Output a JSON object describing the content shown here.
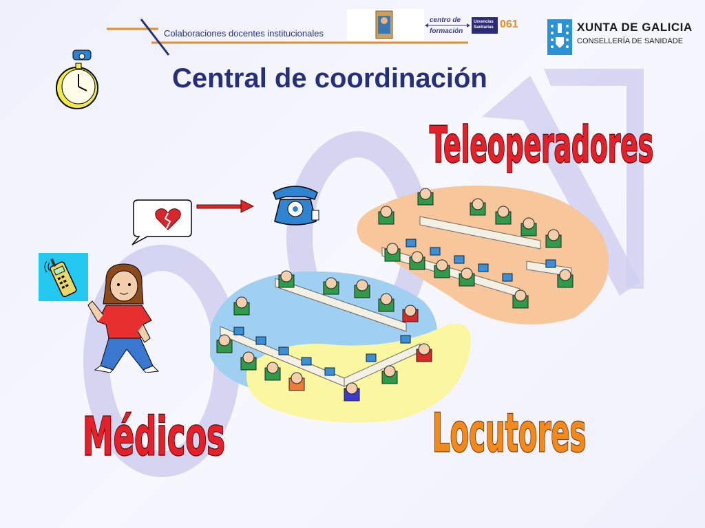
{
  "header": {
    "collab_text": "Colaboraciones docentes institucionales",
    "title": "Central de coordinación"
  },
  "logos": {
    "centro_line1": "centro de",
    "centro_line2": "formación",
    "urxencias_line1": "Urxencias",
    "urxencias_line2": "Sanitarias",
    "badge_061": "061",
    "xunta_title": "XUNTA DE GALICIA",
    "xunta_sub": "CONSELLERÍA DE SANIDADE"
  },
  "labels": {
    "teleoperadores": "Teleoperadores",
    "medicos": "Médicos",
    "locutores": "Locutores"
  },
  "colors": {
    "title": "#26307a",
    "label_red": "#e3212b",
    "label_orange": "#f08a1c",
    "zone_orange": "#f7c69a",
    "zone_blue": "#9fd0f2",
    "zone_yellow": "#fbf6a0",
    "watermark": "#c8c8ee"
  }
}
